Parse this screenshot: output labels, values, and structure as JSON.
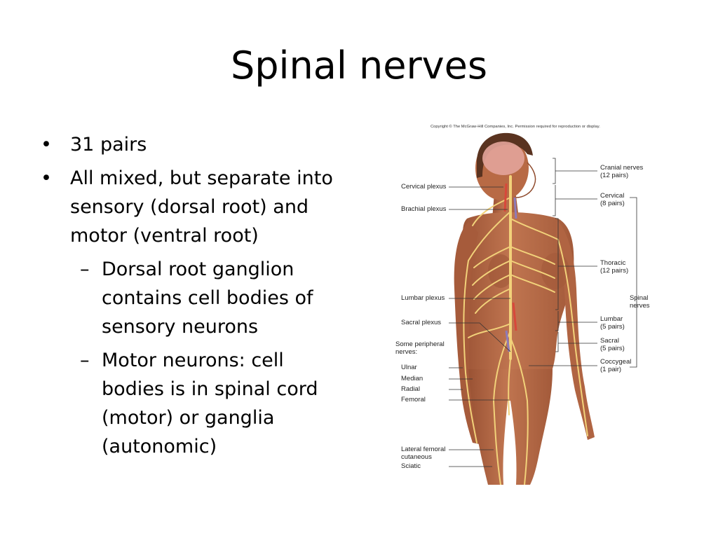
{
  "slide": {
    "title": "Spinal nerves",
    "bullets": [
      {
        "level": 1,
        "text": "31 pairs"
      },
      {
        "level": 1,
        "text": "All mixed, but separate into sensory (dorsal root) and motor (ventral root)"
      },
      {
        "level": 2,
        "text": "Dorsal root ganglion contains cell bodies of sensory neurons"
      },
      {
        "level": 2,
        "text": "Motor neurons: cell bodies is in spinal cord (motor) or ganglia (autonomic)"
      }
    ],
    "bullet_mark": "•",
    "sub_mark": "–"
  },
  "figure": {
    "copyright": "Copyright © The McGraw-Hill Companies, Inc. Permission required for reproduction or display.",
    "left_labels": {
      "cervical_plexus": "Cervical plexus",
      "brachial_plexus": "Brachial plexus",
      "lumbar_plexus": "Lumbar plexus",
      "sacral_plexus": "Sacral plexus",
      "peripheral_nerves": "Some peripheral\nnerves:",
      "ulnar": "Ulnar",
      "median": "Median",
      "radial": "Radial",
      "femoral": "Femoral",
      "lateral_femoral_cutaneous": "Lateral femoral\ncutaneous",
      "sciatic": "Sciatic"
    },
    "right_labels": {
      "cranial": "Cranial nerves\n(12 pairs)",
      "cervical": "Cervical\n(8 pairs)",
      "thoracic": "Thoracic\n(12 pairs)",
      "spinal": "Spinal\nnerves",
      "lumbar": "Lumbar\n(5 pairs)",
      "sacral": "Sacral\n(5 pairs)",
      "coccygeal": "Coccygeal\n(1 pair)"
    },
    "colors": {
      "skin": "#b86a45",
      "skin_dark": "#8f4a2c",
      "brain": "#e3a49a",
      "hair": "#5a3320",
      "nerve": "#f2d27a",
      "artery": "#d8483a",
      "vein": "#8e7bb8"
    }
  }
}
